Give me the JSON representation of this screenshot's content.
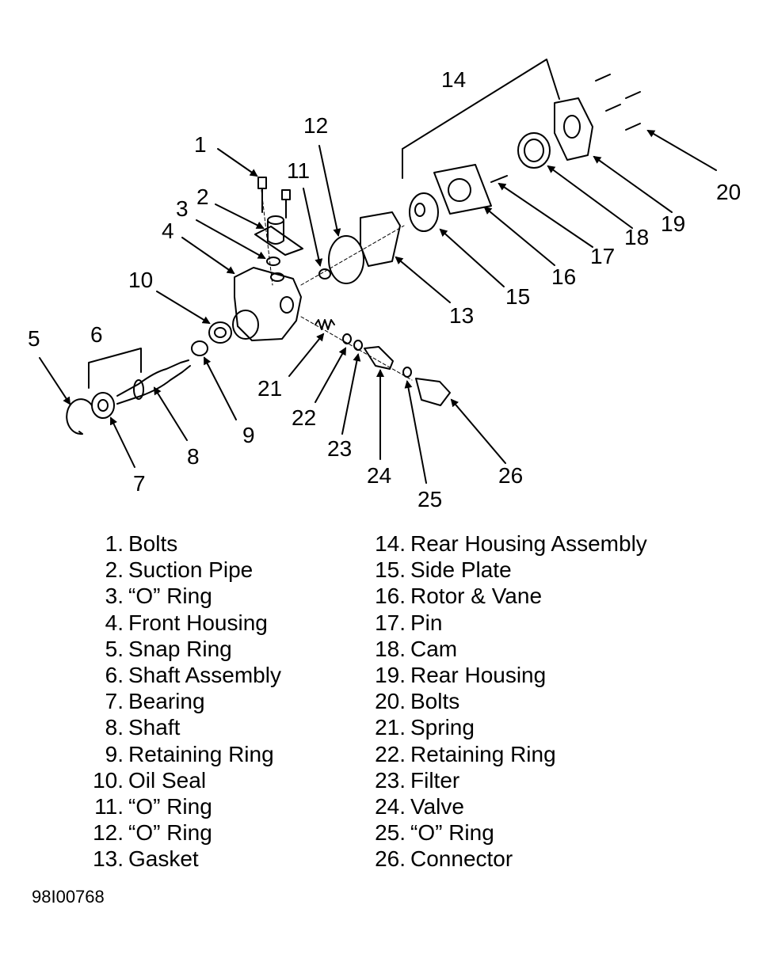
{
  "callouts": [
    "1",
    "2",
    "3",
    "4",
    "5",
    "6",
    "7",
    "8",
    "9",
    "10",
    "11",
    "12",
    "13",
    "14",
    "15",
    "16",
    "17",
    "18",
    "19",
    "20",
    "21",
    "22",
    "23",
    "24",
    "25",
    "26"
  ],
  "legend": {
    "left": [
      {
        "num": "1.",
        "label": "Bolts"
      },
      {
        "num": "2.",
        "label": "Suction Pipe"
      },
      {
        "num": "3.",
        "label": "“O” Ring"
      },
      {
        "num": "4.",
        "label": "Front Housing"
      },
      {
        "num": "5.",
        "label": "Snap Ring"
      },
      {
        "num": "6.",
        "label": "Shaft Assembly"
      },
      {
        "num": "7.",
        "label": "Bearing"
      },
      {
        "num": "8.",
        "label": "Shaft"
      },
      {
        "num": "9.",
        "label": "Retaining Ring"
      },
      {
        "num": "10.",
        "label": "Oil Seal"
      },
      {
        "num": "11.",
        "label": "“O” Ring"
      },
      {
        "num": "12.",
        "label": "“O” Ring"
      },
      {
        "num": "13.",
        "label": "Gasket"
      }
    ],
    "right": [
      {
        "num": "14.",
        "label": "Rear Housing Assembly"
      },
      {
        "num": "15.",
        "label": "Side Plate"
      },
      {
        "num": "16.",
        "label": "Rotor & Vane"
      },
      {
        "num": "17.",
        "label": "Pin"
      },
      {
        "num": "18.",
        "label": "Cam"
      },
      {
        "num": "19.",
        "label": "Rear Housing"
      },
      {
        "num": "20.",
        "label": "Bolts"
      },
      {
        "num": "21.",
        "label": "Spring"
      },
      {
        "num": "22.",
        "label": "Retaining Ring"
      },
      {
        "num": "23.",
        "label": "Filter"
      },
      {
        "num": "24.",
        "label": "Valve"
      },
      {
        "num": "25.",
        "label": "“O” Ring"
      },
      {
        "num": "26.",
        "label": "Connector"
      }
    ]
  },
  "figure_code": "98I00768"
}
